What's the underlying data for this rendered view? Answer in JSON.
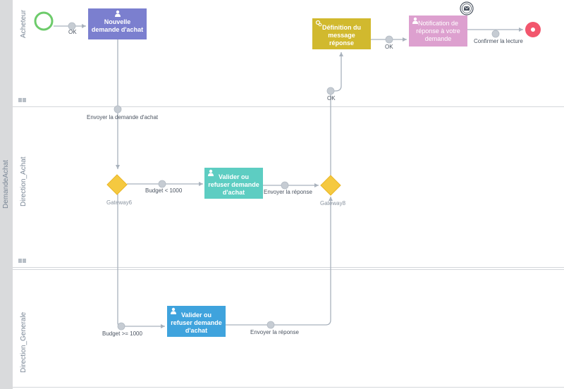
{
  "pool": {
    "label": "DemandeAchat"
  },
  "lanes": [
    {
      "label": "Acheteur"
    },
    {
      "label": "Direction_Achat"
    },
    {
      "label": "Direction_Generale"
    }
  ],
  "tasks": {
    "nouvelle_demande": {
      "label": "Nouvelle demande d'achat",
      "color": "#7b7fcf"
    },
    "definition_message": {
      "label": "Définition du message réponse",
      "color": "#d1b92e"
    },
    "notification": {
      "label": "Notification de réponse à votre demande",
      "color": "#dda0cf"
    },
    "valider_achat": {
      "label": "Valider ou refuser demande d'achat",
      "color": "#5dcdc2"
    },
    "valider_generale": {
      "label": "Valider ou refuser demande d'achat",
      "color": "#3fa3dd"
    }
  },
  "gateways": {
    "g6": {
      "label": "Gateway6",
      "color": "#f5c940"
    },
    "g8": {
      "label": "Gateway8",
      "color": "#f5c940"
    }
  },
  "flows": {
    "start_ok": "OK",
    "envoyer_demande": "Envoyer la demande d'achat",
    "budget_low": "Budget < 1000",
    "budget_high": "Budget >= 1000",
    "envoyer_reponse_1": "Envoyer la réponse",
    "envoyer_reponse_2": "Envoyer la réponse",
    "ok_gateway8": "OK",
    "ok_definition": "OK",
    "confirmer": "Confirmer la lecture"
  },
  "colors": {
    "start": "#6dcb6b",
    "end": "#f2566d",
    "connector": "#a9b2bd",
    "lane_line": "#d4d7db"
  },
  "icons": {
    "user": "user-icon",
    "gears": "gears-icon",
    "message": "envelope-icon"
  }
}
